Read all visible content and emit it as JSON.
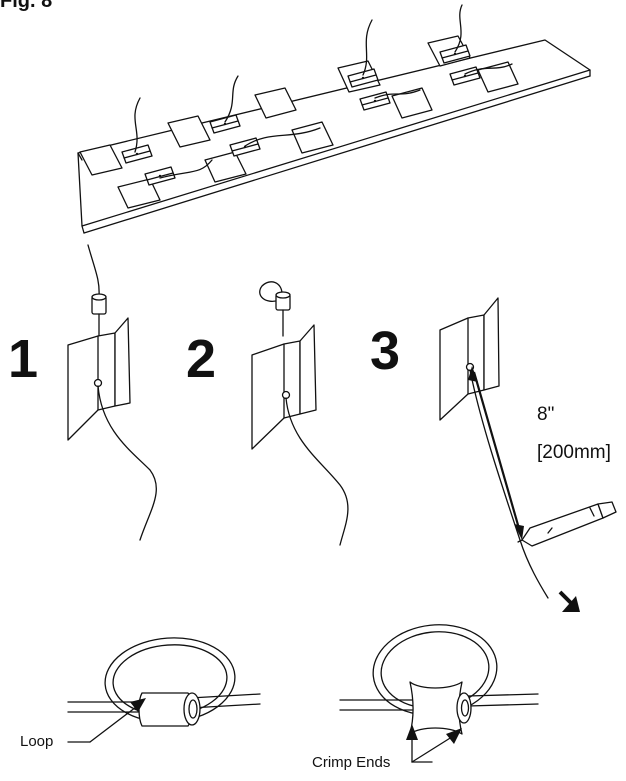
{
  "figure": {
    "label": "Fig. 8"
  },
  "steps": [
    "1",
    "2",
    "3"
  ],
  "measurement": {
    "imperial": "8\"",
    "metric": "[200mm]"
  },
  "callouts": {
    "loop": "Loop",
    "crimp_ends": "Crimp Ends"
  }
}
